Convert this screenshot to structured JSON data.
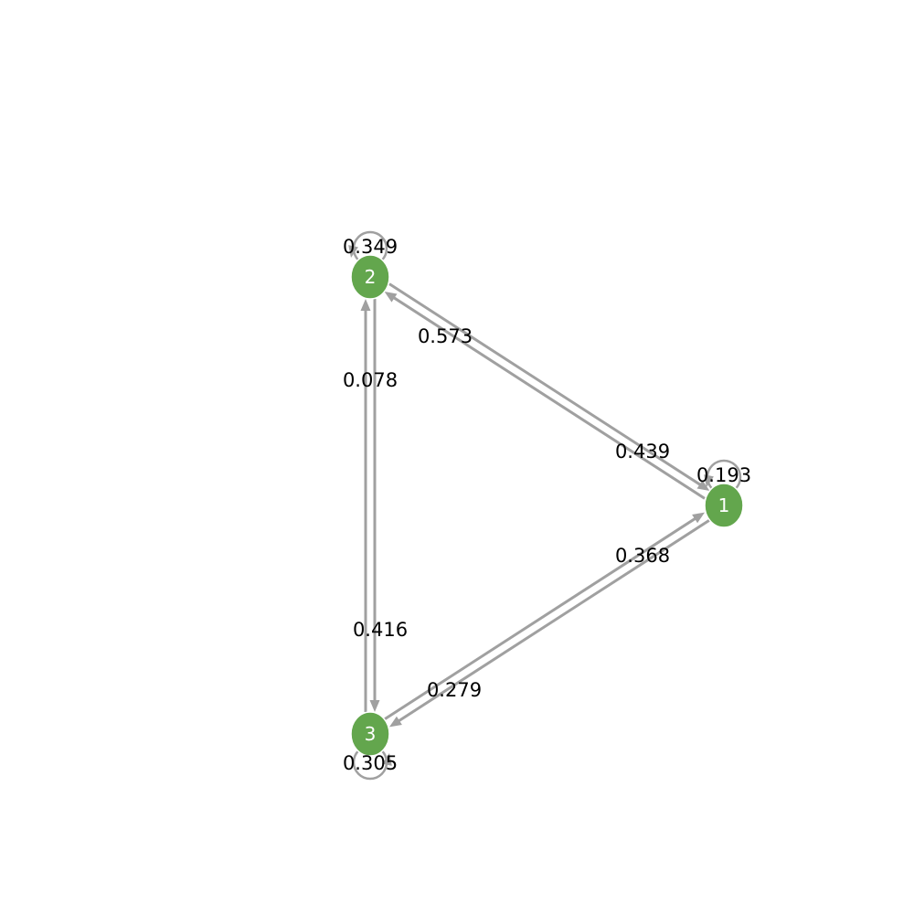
{
  "colors": {
    "node_fill": "#63a64d",
    "edge": "#a0a0a0",
    "edge_label": "#000000",
    "node_label": "#ffffff",
    "background": "#ffffff"
  },
  "nodes": [
    {
      "id": "1",
      "label": "1"
    },
    {
      "id": "2",
      "label": "2"
    },
    {
      "id": "3",
      "label": "3"
    }
  ],
  "edges": [
    {
      "from": "2",
      "to": "2",
      "weight": "0.349"
    },
    {
      "from": "1",
      "to": "1",
      "weight": "0.193"
    },
    {
      "from": "3",
      "to": "3",
      "weight": "0.305"
    },
    {
      "from": "1",
      "to": "2",
      "weight": "0.573"
    },
    {
      "from": "2",
      "to": "1",
      "weight": "0.439"
    },
    {
      "from": "2",
      "to": "3",
      "weight": "0.078"
    },
    {
      "from": "3",
      "to": "2",
      "weight": "0.416"
    },
    {
      "from": "1",
      "to": "3",
      "weight": "0.279"
    },
    {
      "from": "3",
      "to": "1",
      "weight": "0.368"
    }
  ]
}
